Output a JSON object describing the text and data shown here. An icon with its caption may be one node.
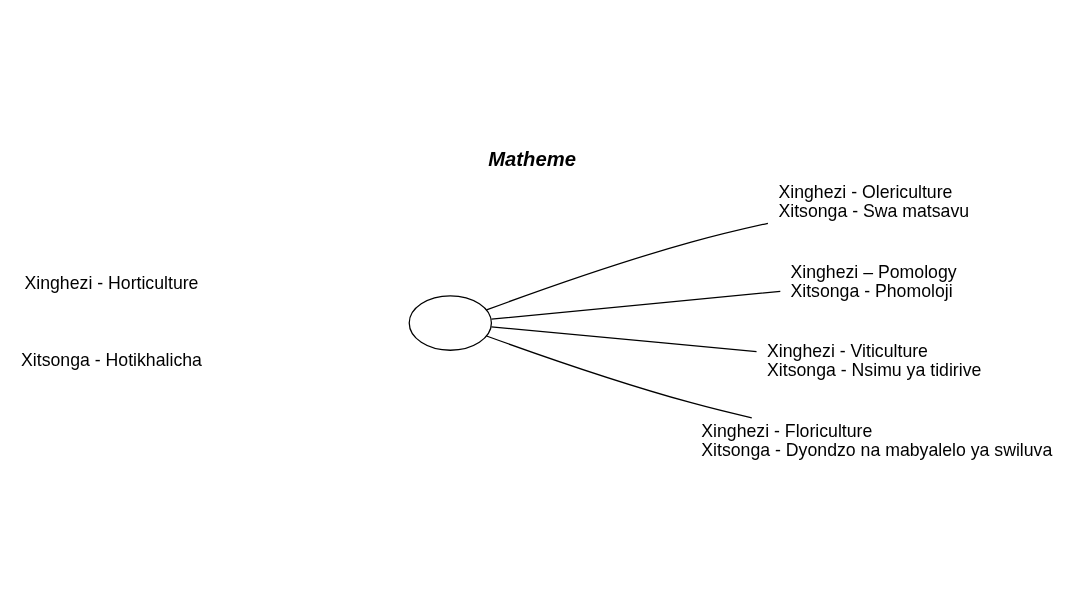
{
  "diagram": {
    "title": "Matheme",
    "nodes": [
      {
        "text": [],
        "shape": "ellipse"
      },
      {
        "text": [
          "Xinghezi - Olericulture",
          "Xitsonga - Swa matsavu"
        ]
      },
      {
        "text": [
          "Xinghezi – Pomology",
          "Xitsonga - Phomoloji"
        ]
      },
      {
        "text": [
          "Xinghezi - Viticulture",
          "Xitsonga - Nsimu ya tidirive"
        ]
      },
      {
        "text": [
          "Xinghezi - Floriculture",
          "Xitsonga - Dyondzo na mabyalelo ya swiluva"
        ]
      }
    ],
    "edges": [
      {
        "from": 0,
        "to": 1,
        "arrow": "none"
      },
      {
        "from": 0,
        "to": 2,
        "arrow": "none"
      },
      {
        "from": 0,
        "to": 3,
        "arrow": "none"
      },
      {
        "from": 0,
        "to": 4,
        "arrow": "none"
      }
    ],
    "labels": [
      "Xinghezi - Horticulture",
      "Xitsonga - Hotikhalicha"
    ]
  }
}
